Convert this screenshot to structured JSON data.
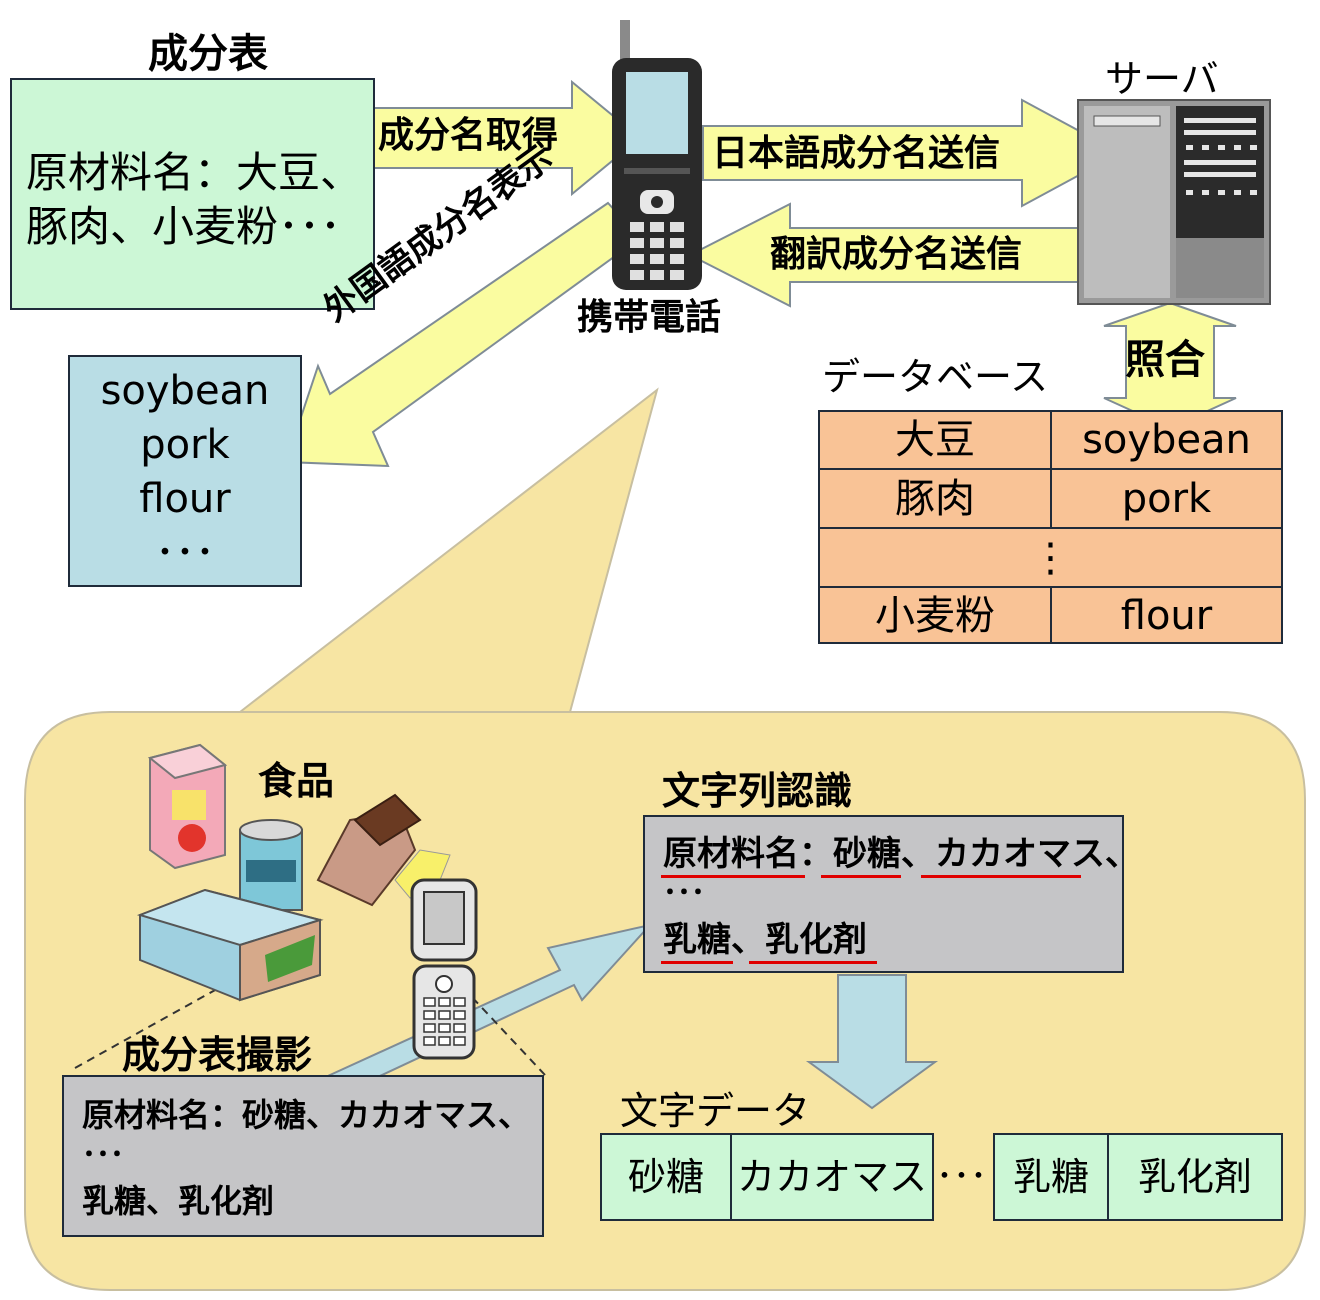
{
  "ingredient_table": {
    "title": "成分表",
    "line1": "原材料名：大豆、",
    "line2": "豚肉、小麦粉･･･"
  },
  "arrows": {
    "get_names": "成分名取得",
    "send_japanese": "日本語成分名送信",
    "send_translated": "翻訳成分名送信",
    "show_foreign": "外国語成分名表示",
    "match": "照合"
  },
  "phone_label": "携帯電話",
  "server_label": "サーバ",
  "foreign_list": [
    "soybean",
    "pork",
    "flour",
    "･･･"
  ],
  "database": {
    "title": "データベース",
    "rows": [
      {
        "ja": "大豆",
        "en": "soybean"
      },
      {
        "ja": "豚肉",
        "en": "pork"
      },
      {
        "ja": "",
        "en": ""
      },
      {
        "ja": "小麦粉",
        "en": "flour"
      }
    ],
    "ellipsis": "⋮"
  },
  "detail": {
    "food_label": "食品",
    "photo_label": "成分表撮影",
    "photo_text": {
      "line1": "原材料名：砂糖、カカオマス、",
      "line2": "･･･",
      "line3": "乳糖、乳化剤"
    },
    "recognition_label": "文字列認識",
    "recognition_text": {
      "line1": "原材料名：砂糖、カカオマス、",
      "line2": "･･･",
      "line3": "乳糖、乳化剤"
    },
    "char_data_label": "文字データ",
    "char_data": [
      "砂糖",
      "カカオマス",
      "乳糖",
      "乳化剤"
    ],
    "char_data_ellipsis": "･･･"
  },
  "colors": {
    "arrow_fill": "#fafca0",
    "table_green": "#ccf7d6",
    "list_blue": "#b9dde5",
    "db_orange": "#f9c396",
    "bubble": "#f7e5a3",
    "gray_box": "#c5c5c7",
    "underline_red": "#e00000"
  },
  "icons": {
    "phone": "mobile-phone-icon",
    "server": "server-rack-icon",
    "flip_phone": "flip-phone-icon",
    "food": "food-packages-icon"
  }
}
